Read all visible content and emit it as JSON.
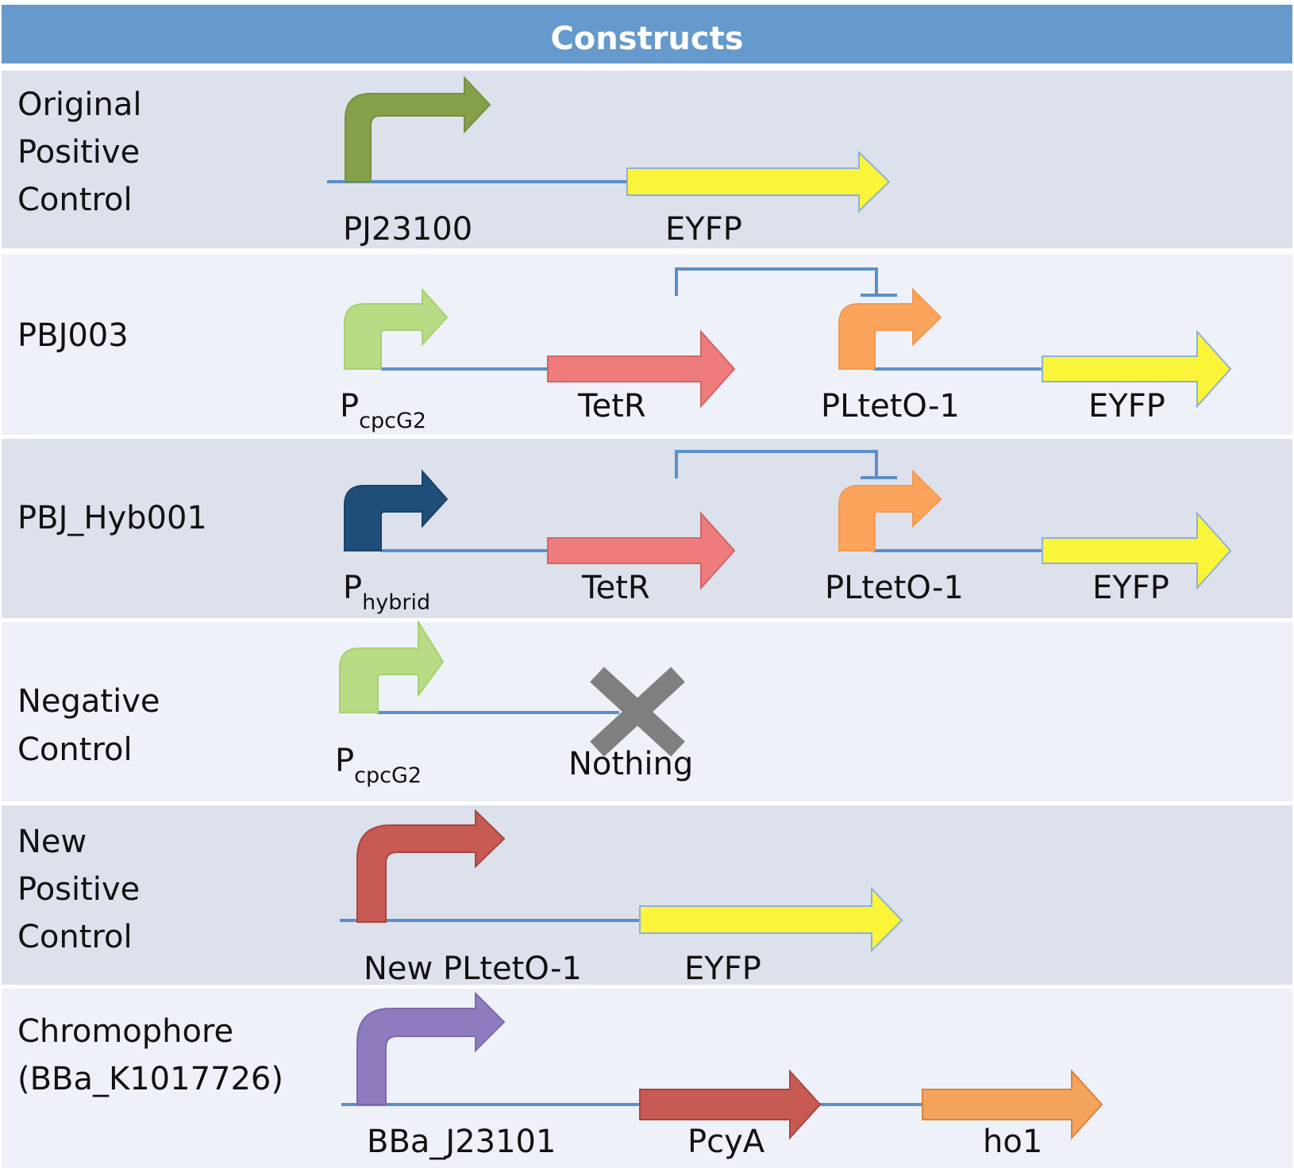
{
  "header": {
    "title": "Constructs"
  },
  "colors": {
    "header_bg": "#6699cc",
    "row_bg_dark": "#dce1ec",
    "row_bg_light": "#eef1f7",
    "backbone": "#5b8fc7",
    "eyfp": "#fbf53a",
    "tetr": "#ee7c7c",
    "pltet": "#fca45c",
    "olive": "#86a04a",
    "lightgreen": "#b7dc84",
    "darknavy": "#1f4e79",
    "red": "#c85a54",
    "purple": "#8e7cbf",
    "orange": "#f3a35c",
    "gray_cross": "#7f7f7f"
  },
  "rows": [
    {
      "label": [
        "Original",
        "Positive",
        "Control"
      ],
      "parts": {
        "promoter": "PJ23100",
        "gene": "EYFP"
      }
    },
    {
      "label": [
        "PBJ003"
      ],
      "parts": {
        "promoter_main": "P",
        "promoter_sub": "cpcG2",
        "gene1": "TetR",
        "promoter2": "PLtetO-1",
        "gene2": "EYFP"
      }
    },
    {
      "label": [
        "PBJ_Hyb001"
      ],
      "parts": {
        "promoter_main": "P",
        "promoter_sub": "hybrid",
        "gene1": "TetR",
        "promoter2": "PLtetO-1",
        "gene2": "EYFP"
      }
    },
    {
      "label": [
        "Negative",
        "Control"
      ],
      "parts": {
        "promoter_main": "P",
        "promoter_sub": "cpcG2",
        "gene": "Nothing"
      }
    },
    {
      "label": [
        "New",
        "Positive",
        "Control"
      ],
      "parts": {
        "promoter": "New PLtetO-1",
        "gene": "EYFP"
      }
    },
    {
      "label": [
        "Chromophore",
        "(BBa_K1017726)"
      ],
      "parts": {
        "promoter": "BBa_J23101",
        "gene1": "PcyA",
        "gene2": "ho1"
      }
    }
  ]
}
